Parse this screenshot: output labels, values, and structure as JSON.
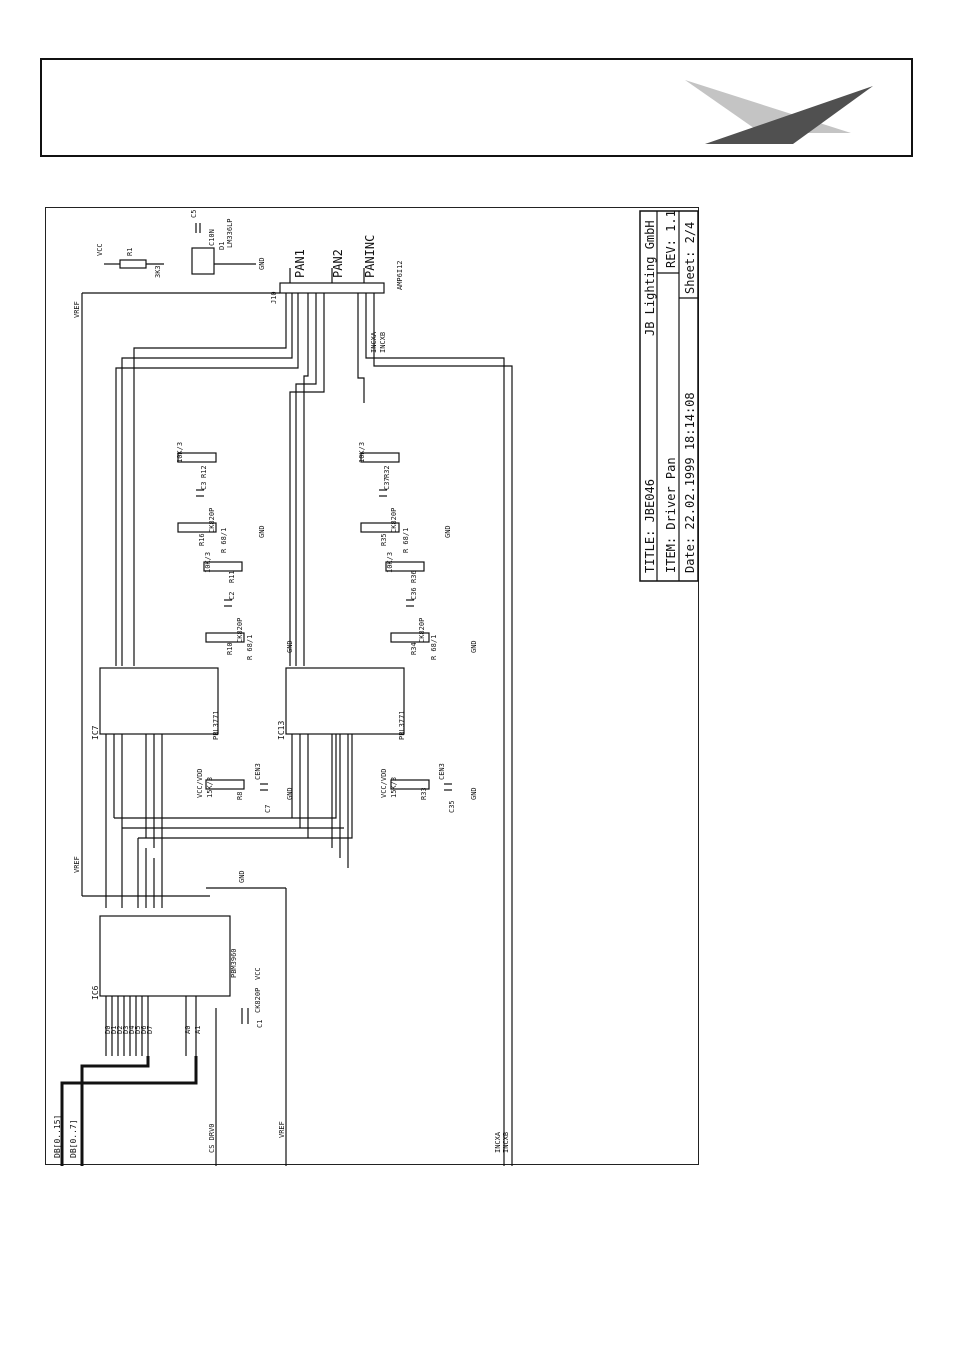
{
  "title_block": {
    "title": "TITLE: JBE046",
    "company": "JB Lighting GmbH",
    "item": "ITEM: Driver Pan",
    "rev": "REV: 1.1",
    "date": "Date: 22.02.1999 18:14:08",
    "sheet": "Sheet: 2/4"
  },
  "connector": {
    "ref": "J10",
    "part": "AMP6I12",
    "signals": [
      "PAN1",
      "PAN2",
      "PANINC"
    ],
    "lower_labels": [
      "INCXA",
      "INCXB"
    ]
  },
  "regulator": {
    "ref": "D1",
    "part": "LM336LP",
    "cap": "C5",
    "cap2": "C10N",
    "resistor": "R1",
    "resistor_value": "3K3"
  },
  "drivers": [
    {
      "ref": "IC7",
      "part": "PBL3771",
      "resistors": [
        "R12",
        "R16",
        "R11",
        "R10"
      ],
      "caps": [
        "C3",
        "C2"
      ],
      "res_values": [
        "10K/3",
        "R 68/1",
        "10K/3",
        "R 68/1"
      ],
      "cap_values": [
        "CK820P",
        "CK820P"
      ],
      "bottom_res": "R8",
      "bottom_res_value": "15K/3",
      "bottom_cap": "C7",
      "bottom_cap_value": "CEN3"
    },
    {
      "ref": "IC13",
      "part": "PBL3771",
      "resistors": [
        "R32",
        "R35",
        "R36",
        "R34"
      ],
      "caps": [
        "C37",
        "C36"
      ],
      "res_values": [
        "10K/3",
        "R 68/1",
        "10K/3",
        "R 68/1"
      ],
      "cap_values": [
        "CK820P",
        "CK820P"
      ],
      "bottom_res": "R33",
      "bottom_res_value": "15K/3",
      "bottom_cap": "C35",
      "bottom_cap_value": "CEN3"
    }
  ],
  "controller": {
    "ref": "IC6",
    "part": "PBM3960",
    "cap": "C1",
    "cap_value": "CK820P",
    "inputs": [
      "D0",
      "D1",
      "D2",
      "D3",
      "D4",
      "D5",
      "D6",
      "D7"
    ],
    "address": [
      "A0",
      "A1"
    ]
  },
  "nets": {
    "vcc": "VCC",
    "gnd": "GND",
    "vref": "VREF",
    "bus1": "DB[0..15]",
    "bus2": "DB[0..7]",
    "cs": "CS_DRV0",
    "vccvdd": "VCC/VDD",
    "incxa": "INCXA",
    "incxb": "INCXB"
  },
  "colors": {
    "ink": "#111111",
    "logo_light": "#bdbdbd",
    "logo_dark": "#4a4a4a"
  }
}
